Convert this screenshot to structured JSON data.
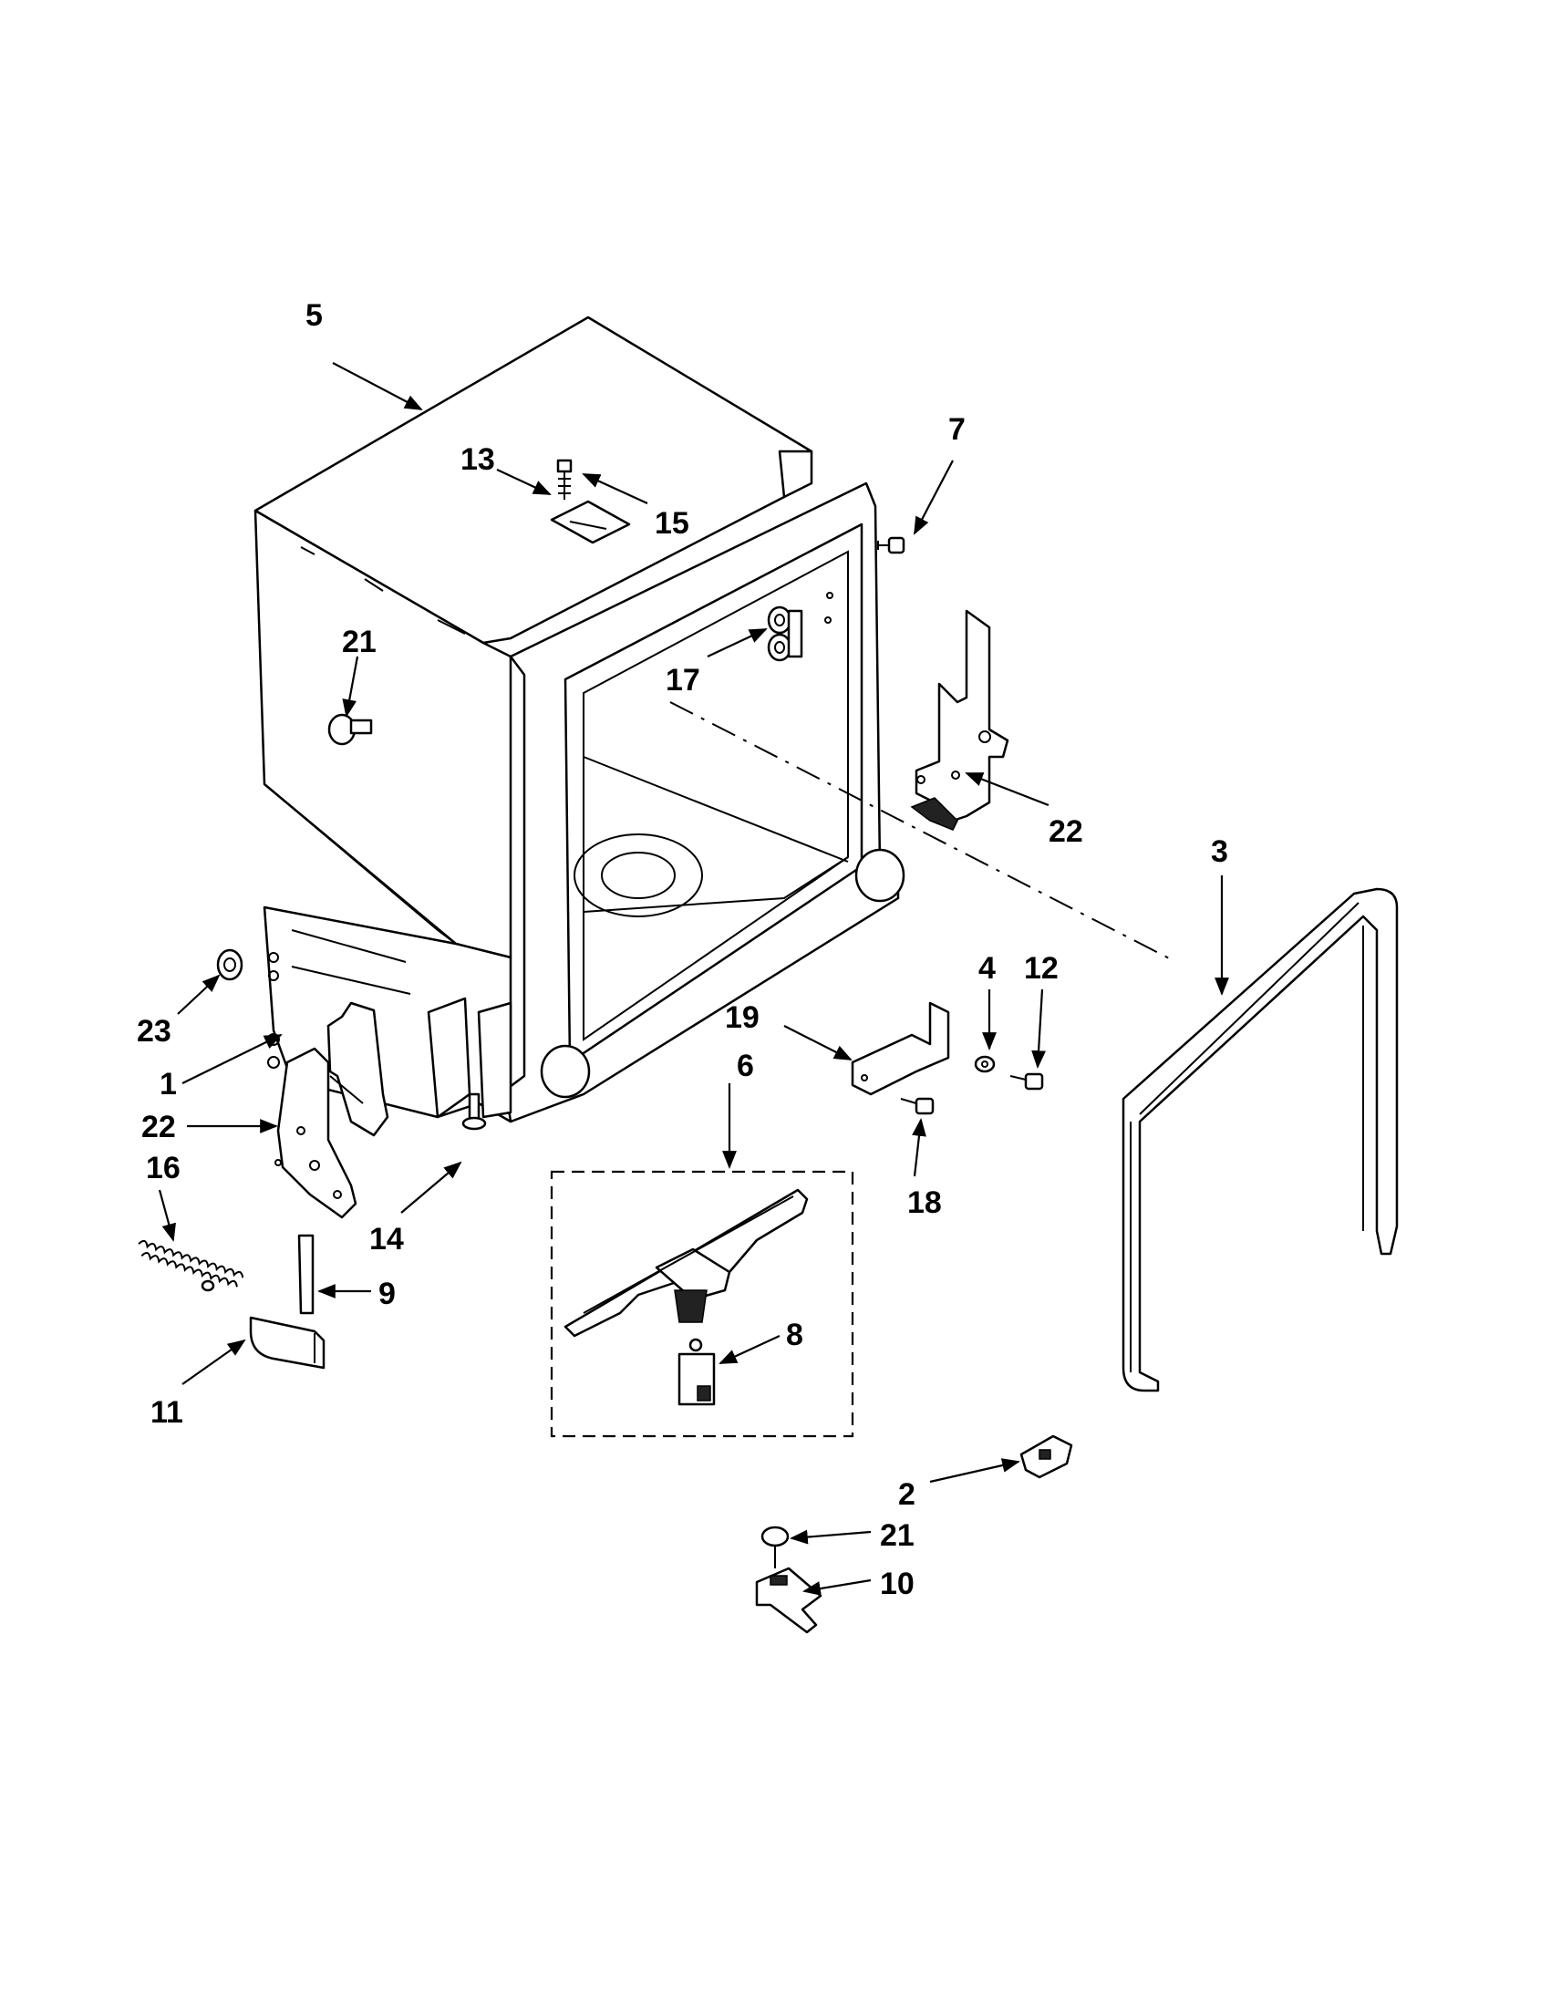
{
  "callouts": [
    {
      "id": "c5",
      "label": "5"
    },
    {
      "id": "c13",
      "label": "13"
    },
    {
      "id": "c15",
      "label": "15"
    },
    {
      "id": "c7",
      "label": "7"
    },
    {
      "id": "c21a",
      "label": "21"
    },
    {
      "id": "c17",
      "label": "17"
    },
    {
      "id": "c22a",
      "label": "22"
    },
    {
      "id": "c3",
      "label": "3"
    },
    {
      "id": "c4",
      "label": "4"
    },
    {
      "id": "c12",
      "label": "12"
    },
    {
      "id": "c19",
      "label": "19"
    },
    {
      "id": "c23",
      "label": "23"
    },
    {
      "id": "c1",
      "label": "1"
    },
    {
      "id": "c22b",
      "label": "22"
    },
    {
      "id": "c16",
      "label": "16"
    },
    {
      "id": "c14",
      "label": "14"
    },
    {
      "id": "c6",
      "label": "6"
    },
    {
      "id": "c18",
      "label": "18"
    },
    {
      "id": "c9",
      "label": "9"
    },
    {
      "id": "c8",
      "label": "8"
    },
    {
      "id": "c11",
      "label": "11"
    },
    {
      "id": "c2",
      "label": "2"
    },
    {
      "id": "c21b",
      "label": "21"
    },
    {
      "id": "c10",
      "label": "10"
    }
  ]
}
